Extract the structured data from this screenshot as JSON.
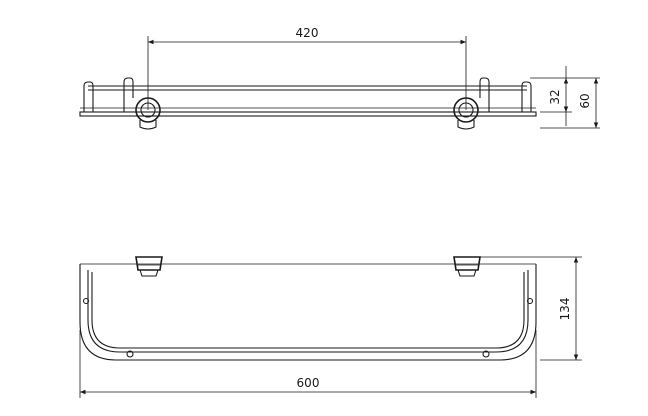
{
  "dimensions": {
    "top_width": "420",
    "side_small": "32",
    "side_large": "60",
    "plan_depth": "134",
    "plan_width": "600"
  },
  "colors": {
    "line": "#1a1a1a",
    "background": "#ffffff"
  }
}
